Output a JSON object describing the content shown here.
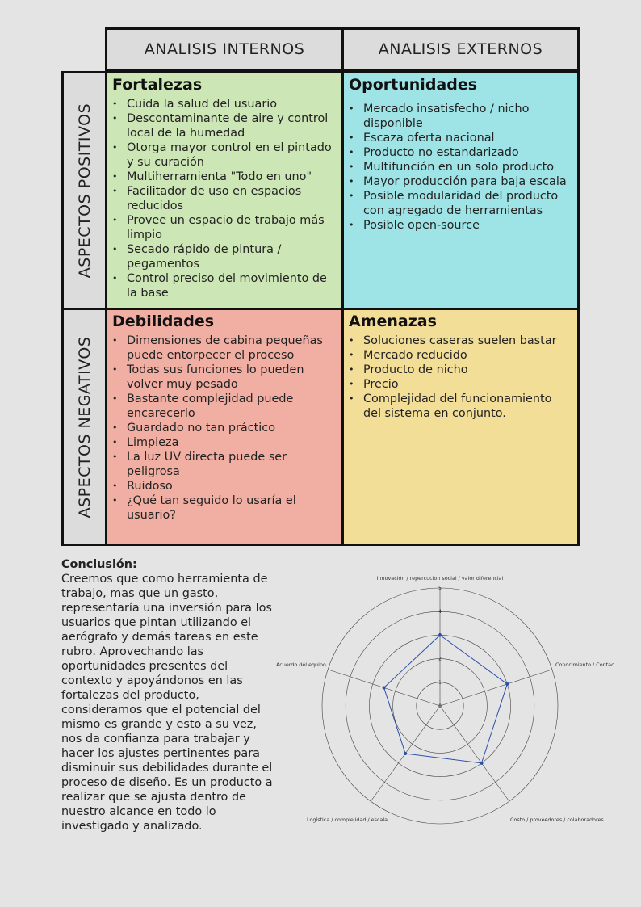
{
  "headers": {
    "internal": "ANALISIS INTERNOS",
    "external": "ANALISIS EXTERNOS"
  },
  "rows": {
    "positive": "ASPECTOS POSITIVOS",
    "negative": "ASPECTOS NEGATIVOS"
  },
  "quadrants": {
    "strengths": {
      "title": "Fortalezas",
      "items": [
        "Cuida la salud del usuario",
        "Descontaminante de aire y control local de la humedad",
        "Otorga mayor control en el pintado y su curación",
        "Multiherramienta \"Todo en uno\"",
        "Facilitador de uso en espacios reducidos",
        "Provee un espacio de trabajo más limpio",
        "Secado rápido de pintura / pegamentos",
        "Control preciso del movimiento de la base"
      ]
    },
    "opportunities": {
      "title": "Oportunidades",
      "items": [
        "Mercado insatisfecho / nicho disponible",
        "Escaza oferta nacional",
        "Producto no estandarizado",
        "Multifunción en un solo producto",
        "Mayor producción para baja escala",
        "Posible modularidad del producto con agregado de herramientas",
        "Posible open-source"
      ]
    },
    "weaknesses": {
      "title": "Debilidades",
      "items": [
        "Dimensiones de cabina pequeñas puede entorpecer el proceso",
        "Todas sus funciones lo pueden volver muy pesado",
        "Bastante complejidad puede encarecerlo",
        "Guardado no tan práctico",
        "Limpieza",
        "La luz UV directa puede ser peligrosa",
        "Ruidoso",
        "¿Qué tan seguido lo usaría el usuario?"
      ]
    },
    "threats": {
      "title": "Amenazas",
      "items": [
        "Soluciones caseras suelen bastar",
        "Mercado reducido",
        "Producto de nicho",
        "Precio",
        "Complejidad del funcionamiento del sistema en conjunto."
      ]
    }
  },
  "conclusion": {
    "title": "Conclusión:",
    "text": "Creemos que como herramienta de trabajo, mas que un gasto, representaría una inversión para los usuarios que pintan utilizando el aerógrafo y demás tareas en este rubro. Aprovechando las oportunidades presentes del contexto y apoyándonos en las fortalezas del producto, consideramos que el potencial del mismo es grande y esto a su vez, nos da confianza para trabajar y hacer los ajustes pertinentes para disminuir sus debilidades durante el proceso de diseño. Es un producto a realizar que se ajusta dentro de nuestro alcance en todo lo investigado y analizado."
  },
  "chart_data": {
    "type": "radar",
    "categories": [
      "Innovación / repercucion social / valor diferencial",
      "Conocimiento / Contactos",
      "Costo / proveedores / colaboradores",
      "Logística / complejidad / escala",
      "Acuerdo del equipo"
    ],
    "values": [
      3,
      3,
      3,
      2.5,
      2.5
    ],
    "ticks": [
      "0",
      "1",
      "2",
      "3",
      "4",
      "5"
    ],
    "rlim": [
      0,
      5
    ],
    "line_color": "#2b4fa8",
    "grid": true
  }
}
